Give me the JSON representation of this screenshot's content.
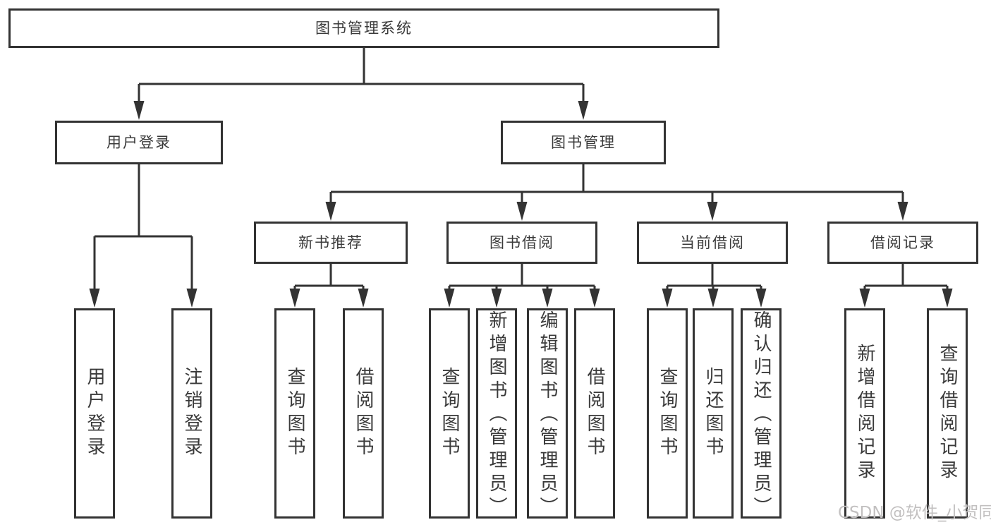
{
  "title": "图书管理系统",
  "modules": {
    "user_login": {
      "label": "用户登录",
      "leaves": [
        "用户登录",
        "注销登录"
      ]
    },
    "book_mgmt": {
      "label": "图书管理",
      "submodules": {
        "new_book_rec": {
          "label": "新书推荐",
          "leaves": [
            "查询图书",
            "借阅图书"
          ]
        },
        "book_borrow": {
          "label": "图书借阅",
          "leaves": [
            "查询图书",
            "新增图书（管理员）",
            "编辑图书（管理员）",
            "借阅图书"
          ]
        },
        "current_borrow": {
          "label": "当前借阅",
          "leaves": [
            "查询图书",
            "归还图书",
            "确认归还（管理员）"
          ]
        },
        "borrow_record": {
          "label": "借阅记录",
          "leaves": [
            "新增借阅记录",
            "查询借阅记录"
          ]
        }
      }
    }
  },
  "watermark": "CSDN @软件_小贺同学",
  "colors": {
    "line": "#333333",
    "text": "#3a3a3a",
    "watermark": "#c2c0c0",
    "background": "#ffffff"
  }
}
